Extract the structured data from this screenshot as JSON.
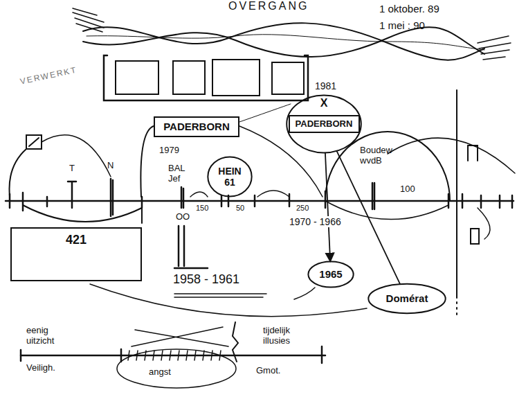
{
  "diagram": {
    "nodes": [
      {
        "text": [
          "PADERBORN"
        ]
      },
      {
        "text": [
          "X"
        ]
      },
      {
        "text": [
          "PADERBORN"
        ],
        "in": 1
      },
      {
        "text": [
          "HEIN 61"
        ]
      },
      {
        "text": [
          "1965"
        ]
      },
      {
        "text": [
          "Domérat"
        ]
      },
      {
        "text": [
          "421"
        ]
      }
    ],
    "edges": [
      {
        "from": 1,
        "to": 4,
        "arrow": "to"
      },
      {
        "from": 5,
        "to": 1,
        "arrow": "none"
      }
    ],
    "labels": [
      "OVERGANG",
      "1 oktober. 89",
      "1 mei : 90",
      "VERWERKT",
      "1981",
      "1979",
      "BAL Jef",
      "T",
      "N",
      "Boudew wvdB",
      "100",
      "150",
      "50",
      "250",
      "1970 - 1966",
      "OO",
      "1958 - 1961",
      "eenig uitzicht",
      "tijdelijk illusies",
      "Veiligh.",
      "angst",
      "Gmot."
    ]
  }
}
